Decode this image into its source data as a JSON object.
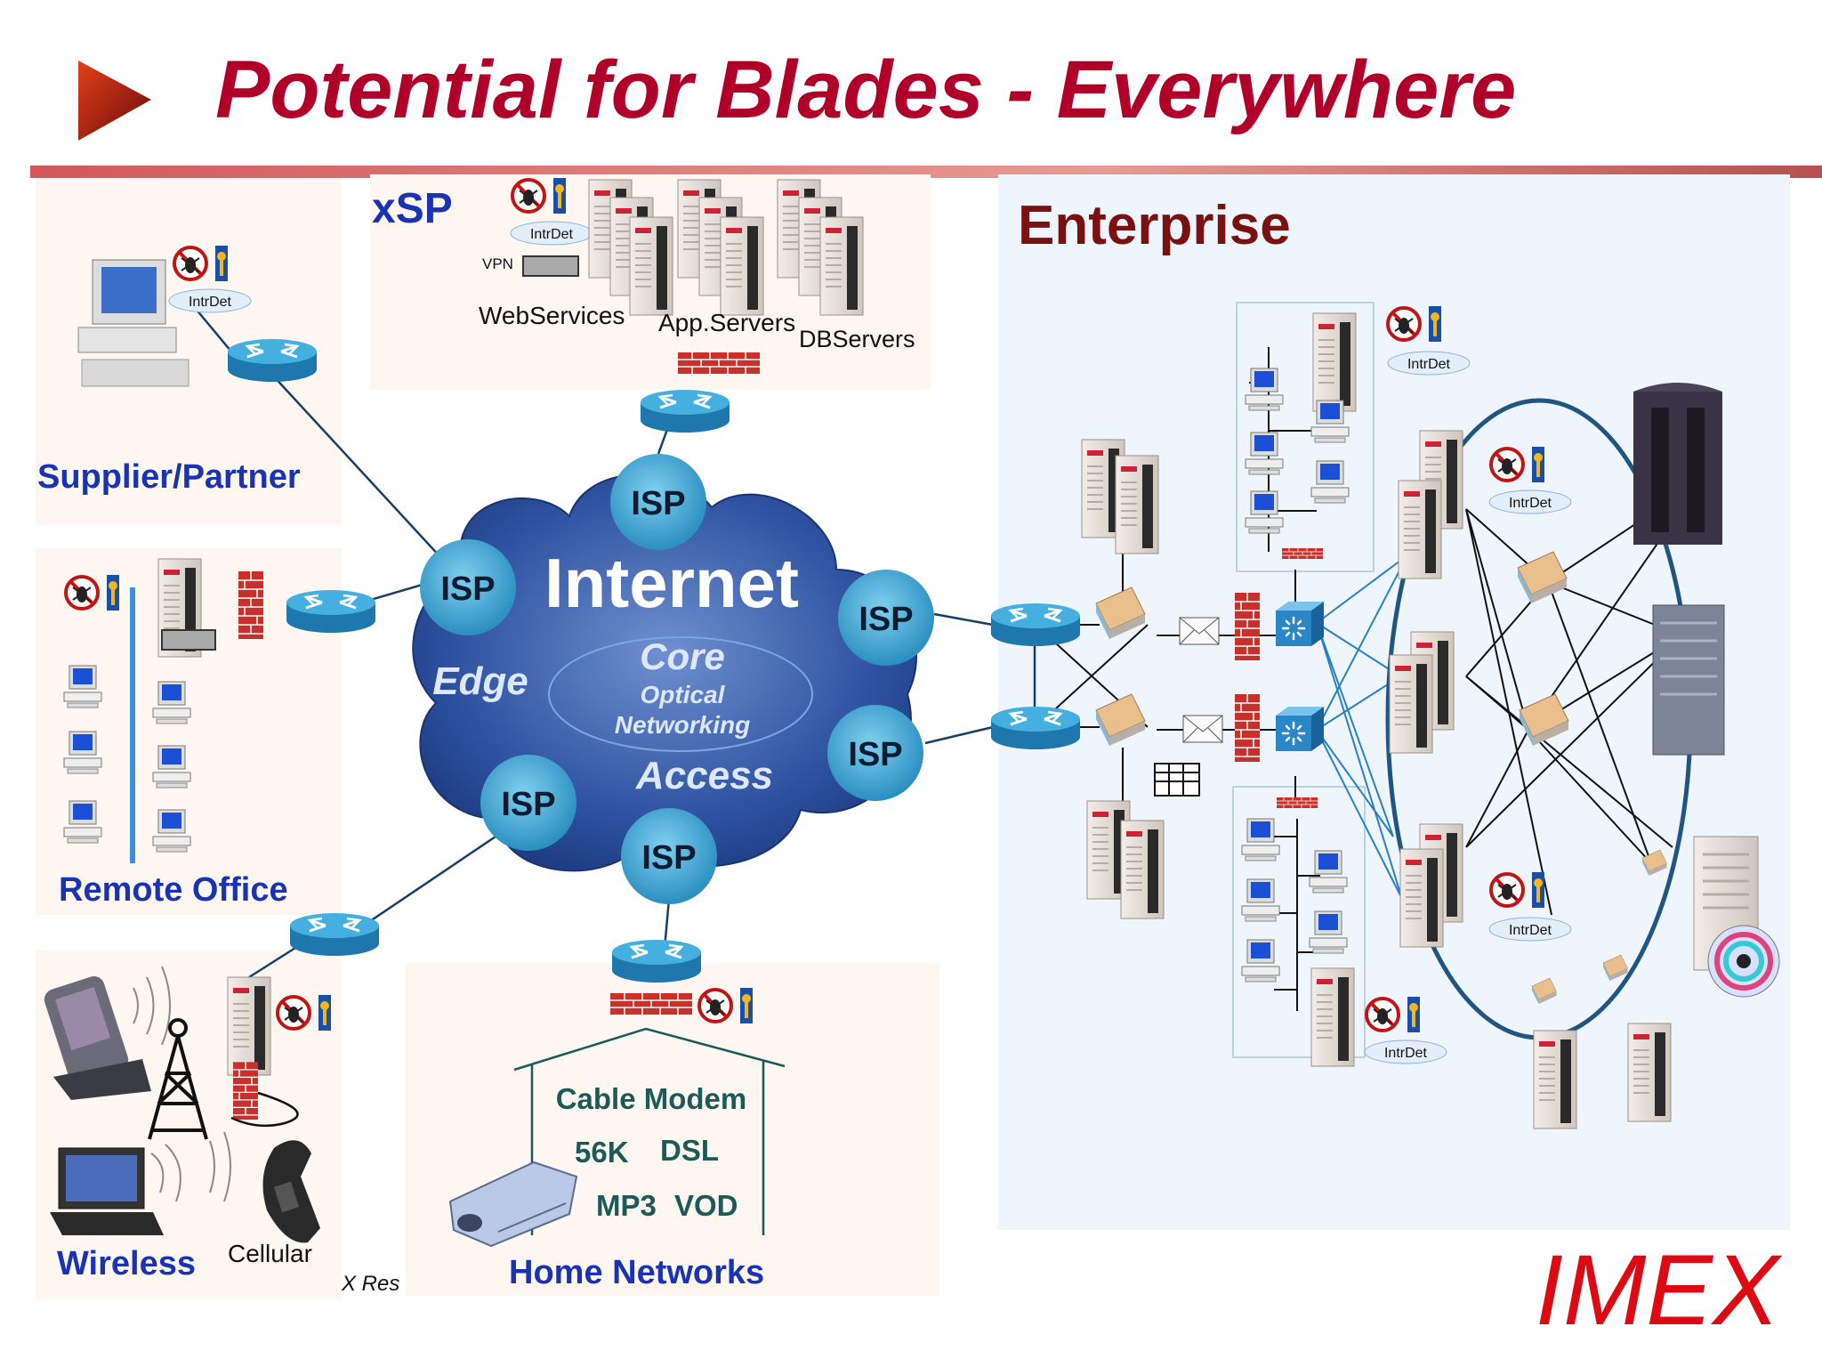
{
  "title": "Potential for Blades - Everywhere",
  "brand": "IMEX",
  "colors": {
    "title": "#b0002a",
    "blue_label": "#1a33b3",
    "green_label": "#1b5a55",
    "enterprise_label": "#7a1010",
    "cloud": "#2f55a4",
    "isp": "#3aa0cf",
    "router": "#2a8ec2",
    "firewall": "#c0302a",
    "link": "#173f66",
    "ring": "#1f5580",
    "panel_warm": "#fdf6f1",
    "panel_enterprise": "#eef5fc"
  },
  "icons": [
    "play-triangle-icon",
    "router-icon",
    "firewall-icon",
    "server-icon",
    "pc-icon",
    "security-icon",
    "key-icon",
    "envelope-icon",
    "switch-icon",
    "tower-icon",
    "pda-icon",
    "laptop-icon",
    "phone-icon",
    "projector-icon",
    "disc-icon"
  ],
  "regions": {
    "xsp": {
      "label": "xSP",
      "intrdet": "IntrDet",
      "vpn": "VPN",
      "web": "WebServices",
      "app": "App.Servers",
      "db": "DBServers"
    },
    "supplier": {
      "label": "Supplier/Partner",
      "intrdet": "IntrDet"
    },
    "remote": {
      "label": "Remote Office"
    },
    "wireless": {
      "label": "Wireless",
      "cellular": "Cellular",
      "clipped": "X Res"
    },
    "home": {
      "label": "Home Networks",
      "line1": "Cable Modem",
      "line2a": "56K",
      "line2b": "DSL",
      "line3a": "MP3",
      "line3b": "VOD"
    },
    "enterprise": {
      "label": "Enterprise",
      "intrdet_a": "IntrDet",
      "intrdet_b": "IntrDet",
      "intrdet_c": "IntrDet",
      "intrdet_d": "IntrDet"
    }
  },
  "cloud": {
    "internet": "Internet",
    "core": "Core",
    "optical": "Optical",
    "networking": "Networking",
    "edge": "Edge",
    "access": "Access"
  },
  "isp_nodes": [
    "ISP",
    "ISP",
    "ISP",
    "ISP",
    "ISP",
    "ISP"
  ]
}
